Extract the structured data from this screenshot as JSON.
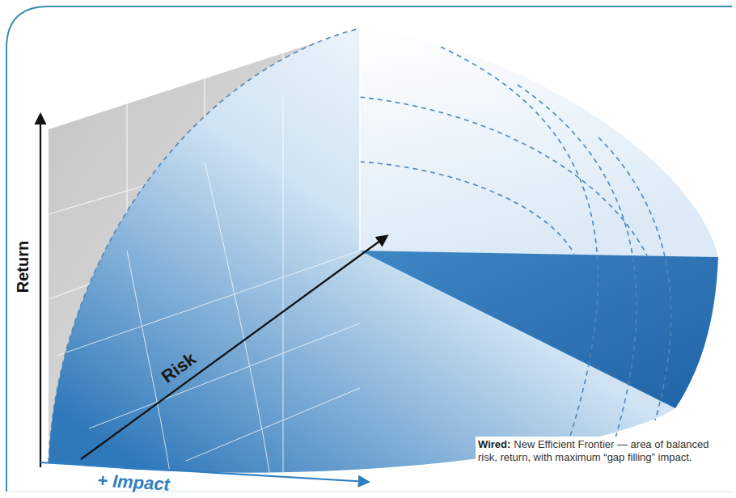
{
  "diagram": {
    "caption": "New Efficient Frontier — area of balanced risk, return, with maximum “gap filling” impact.",
    "labels": [
      "Return",
      "Risk",
      "+ Impact",
      "Wired:"
    ]
  }
}
